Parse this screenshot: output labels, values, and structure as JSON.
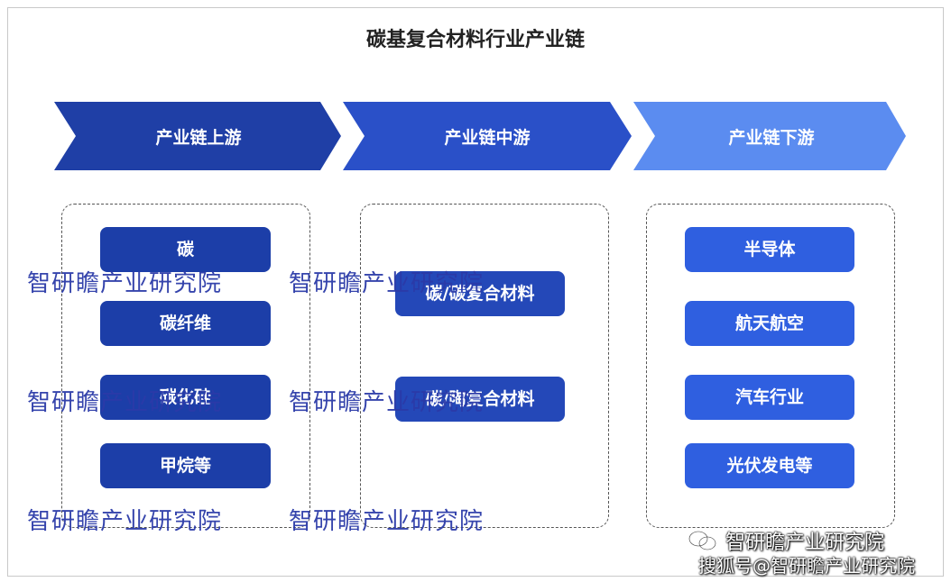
{
  "title": "碳基复合材料行业产业链",
  "stages": [
    {
      "label": "产业链上游",
      "color": "#1f3fa6"
    },
    {
      "label": "产业链中游",
      "color": "#2a50c8"
    },
    {
      "label": "产业链下游",
      "color": "#5b8cf0"
    }
  ],
  "upstream": [
    "碳",
    "碳纤维",
    "碳化硅",
    "甲烷等"
  ],
  "midstream": [
    "碳/碳复合材料",
    "碳/陶复合材料"
  ],
  "downstream": [
    "半导体",
    "航天航空",
    "汽车行业",
    "光伏发电等"
  ],
  "watermark": "智研瞻产业研究院",
  "footer": {
    "brand": "智研瞻产业研究院",
    "source": "搜狐号@智研瞻产业研究院"
  }
}
